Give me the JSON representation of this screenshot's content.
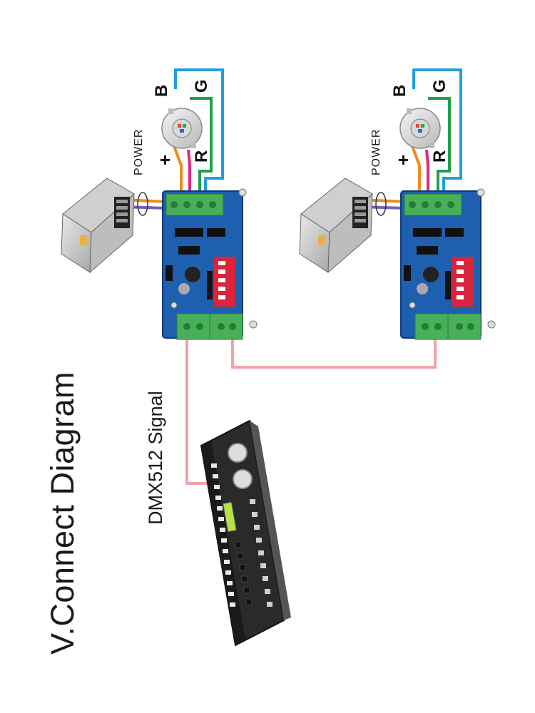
{
  "title": "V.Connect Diagram",
  "signal_label": "DMX512 Signal",
  "units": [
    {
      "power_label": "POWER",
      "plus": "+",
      "b": "B",
      "g": "G",
      "r": "R"
    },
    {
      "power_label": "POWER",
      "plus": "+",
      "b": "B",
      "g": "G",
      "r": "R"
    }
  ],
  "colors": {
    "wire_blue": "#1e9fe0",
    "wire_green": "#1fa14a",
    "wire_magenta": "#e0287a",
    "wire_orange": "#f08a20",
    "wire_purple": "#7b5fb0",
    "dmx_cable": "#f0a3a8",
    "pcb": "#1f5fb0",
    "terminal": "#49b05a"
  }
}
